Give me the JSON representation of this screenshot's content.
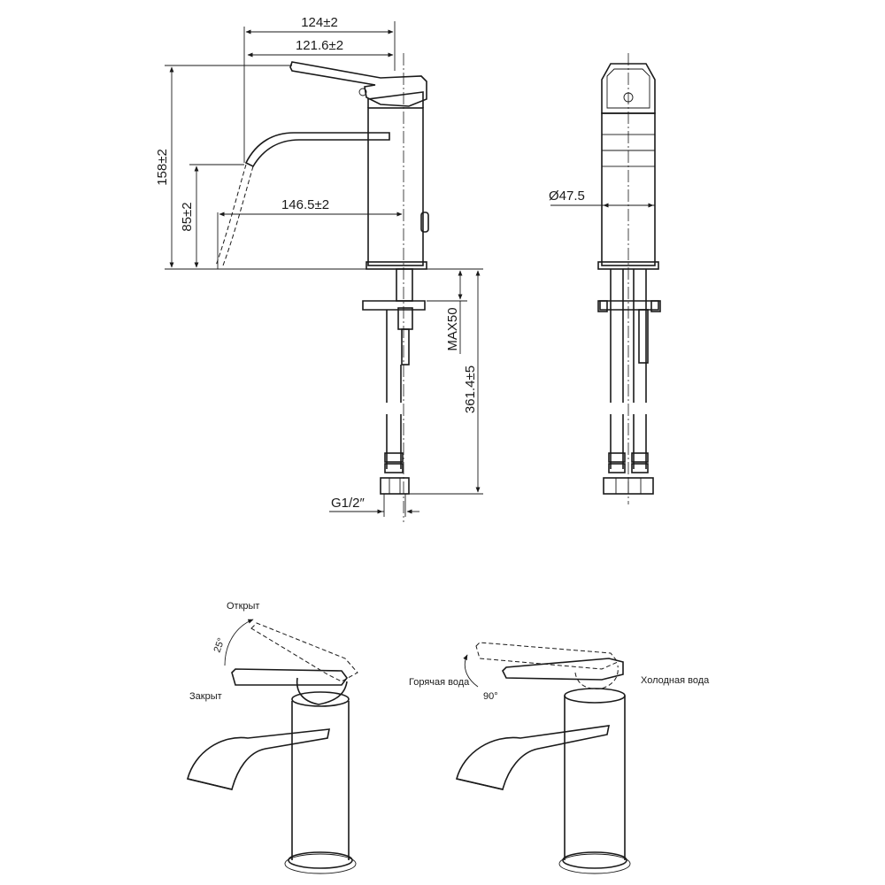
{
  "dimensions": {
    "width_total": "124±2",
    "width_spout": "121.6±2",
    "height_total": "158±2",
    "height_spout": "85±2",
    "reach": "146.5±2",
    "diameter": "Ø47.5",
    "max_thickness": "MAX50",
    "hose_length": "361.4±5",
    "thread": "G1/2″"
  },
  "operation": {
    "open_label": "Открыт",
    "closed_label": "Закрыт",
    "tilt_angle": "25°",
    "hot_label": "Горячая вода",
    "cold_label": "Холодная вода",
    "rotate_angle": "90°"
  }
}
